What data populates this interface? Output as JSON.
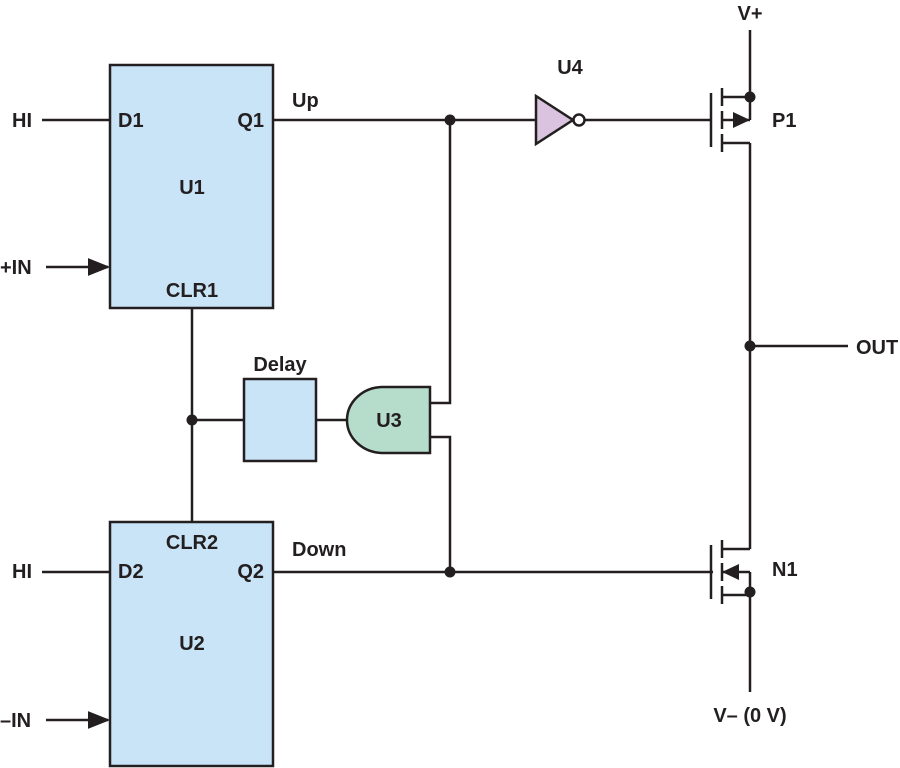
{
  "colors": {
    "flip_flop_fill": "#c9e3f7",
    "delay_fill": "#c9e3f7",
    "and_gate_fill": "#b6dccb",
    "inverter_fill": "#d9c3de",
    "line": "#231f20"
  },
  "labels": {
    "u1": {
      "name": "U1",
      "d": "D1",
      "q": "Q1",
      "clr": "CLR1"
    },
    "u2": {
      "name": "U2",
      "d": "D2",
      "q": "Q2",
      "clr": "CLR2"
    },
    "u3": "U3",
    "u4": "U4",
    "delay": "Delay",
    "hi_top": "HI",
    "hi_bottom": "HI",
    "plus_in": "+IN",
    "minus_in": "–IN",
    "up": "Up",
    "down": "Down",
    "p1": "P1",
    "n1": "N1",
    "v_plus": "V+",
    "v_minus": "V– (0 V)",
    "out": "OUT"
  }
}
